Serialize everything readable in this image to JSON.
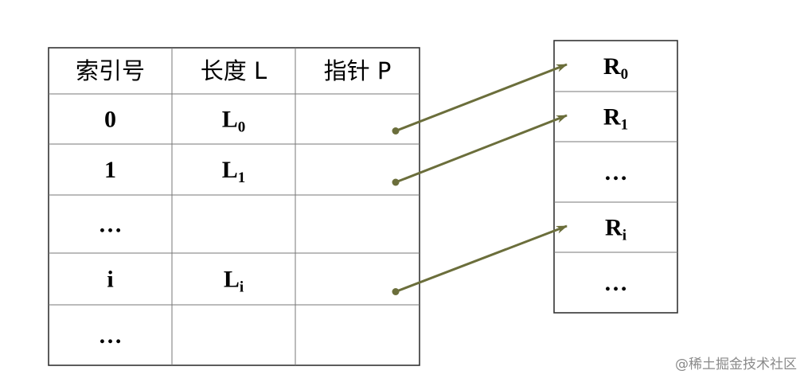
{
  "index_table": {
    "headers": [
      "索引号",
      "长度 L",
      "指针 P"
    ],
    "rows": [
      {
        "index": "0",
        "length": {
          "base": "L",
          "sub": "0"
        },
        "has_pointer": true
      },
      {
        "index": "1",
        "length": {
          "base": "L",
          "sub": "1"
        },
        "has_pointer": true
      },
      {
        "index": "…",
        "length": null,
        "has_pointer": false
      },
      {
        "index": "i",
        "length": {
          "base": "L",
          "sub": "i"
        },
        "has_pointer": true
      },
      {
        "index": "…",
        "length": null,
        "has_pointer": false
      }
    ]
  },
  "record_table": {
    "rows": [
      {
        "base": "R",
        "sub": "0"
      },
      {
        "base": "R",
        "sub": "1"
      },
      {
        "text": "…"
      },
      {
        "base": "R",
        "sub": "i"
      },
      {
        "text": "…"
      }
    ]
  },
  "pointers": [
    {
      "from_row": 0,
      "to_row": 0
    },
    {
      "from_row": 1,
      "to_row": 1
    },
    {
      "from_row": 3,
      "to_row": 3
    }
  ],
  "colors": {
    "arrow": "#6b6e3b",
    "line": "#333333"
  },
  "watermark": "@稀土掘金技术社区"
}
